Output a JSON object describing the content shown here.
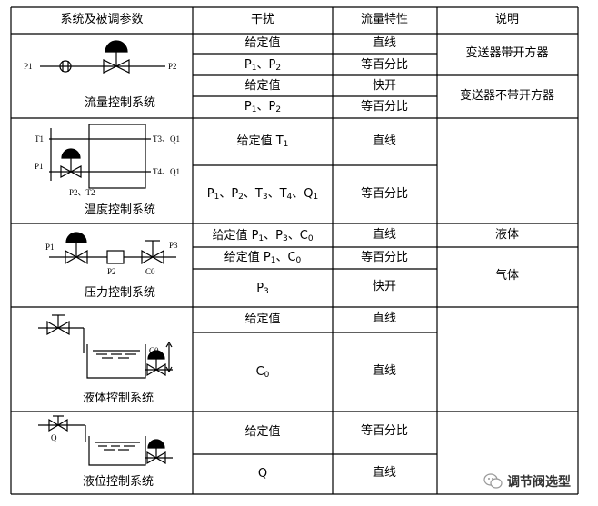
{
  "headers": {
    "system": "系统及被调参数",
    "disturb": "干扰",
    "flow_char": "流量特性",
    "note": "说明"
  },
  "systems": {
    "flow": {
      "name": "流量控制系统",
      "label_p1": "P1",
      "label_p2": "P2"
    },
    "temp": {
      "name": "温度控制系统",
      "label_t1": "T1",
      "label_p1": "P1",
      "label_t3q1": "T3、Q1",
      "label_t4q1": "T4、Q1",
      "label_p2t2": "P2、T2"
    },
    "pressure": {
      "name": "压力控制系统",
      "label_p1": "P1",
      "label_p2": "P2",
      "label_c0": "C0",
      "label_p3": "P3"
    },
    "liquid": {
      "name": "液体控制系统",
      "label_c0": "C0"
    },
    "level": {
      "name": "液位控制系统",
      "label_q": "Q"
    }
  },
  "rows": {
    "flow_r1": {
      "disturb": "给定值",
      "char": "直线"
    },
    "flow_r2": {
      "disturb_p1": "P",
      "disturb_s1": "1",
      "sep": "、",
      "disturb_p2": "P",
      "disturb_s2": "2",
      "char": "等百分比"
    },
    "flow_r3": {
      "disturb": "给定值",
      "char": "快开"
    },
    "flow_r4": {
      "disturb_p1": "P",
      "disturb_s1": "1",
      "sep": "、",
      "disturb_p2": "P",
      "disturb_s2": "2",
      "char": "等百分比"
    },
    "flow_note1": "变送器带开方器",
    "flow_note2": "变送器不带开方器",
    "temp_r1": {
      "disturb_a": "给定值 T",
      "disturb_s": "1",
      "char": "直线"
    },
    "temp_r2": {
      "a": "P",
      "s1": "1",
      "b": "、P",
      "s2": "2",
      "c": "、T",
      "s3": "3",
      "d": "、T",
      "s4": "4",
      "e": "、Q",
      "s5": "1",
      "char": "等百分比"
    },
    "press_r1": {
      "a": "给定值 P",
      "s1": "1",
      "b": "、P",
      "s2": "3",
      "c": "、C",
      "s3": "0",
      "char": "直线"
    },
    "press_r2": {
      "a": "给定值 P",
      "s1": "1",
      "b": "、C",
      "s2": "0",
      "char": "等百分比"
    },
    "press_r3": {
      "a": "P",
      "s1": "3",
      "char": "快开"
    },
    "press_note1": "液体",
    "press_note2": "气体",
    "liq_r1": {
      "disturb": "给定值",
      "char": "直线"
    },
    "liq_r2": {
      "a": "C",
      "s1": "0",
      "char": "直线"
    },
    "lev_r1": {
      "disturb": "给定值",
      "char": "等百分比"
    },
    "lev_r2": {
      "disturb": "Q",
      "char": "直线"
    }
  },
  "watermark": {
    "text": "调节阀选型",
    "icon": "wechat-icon"
  }
}
